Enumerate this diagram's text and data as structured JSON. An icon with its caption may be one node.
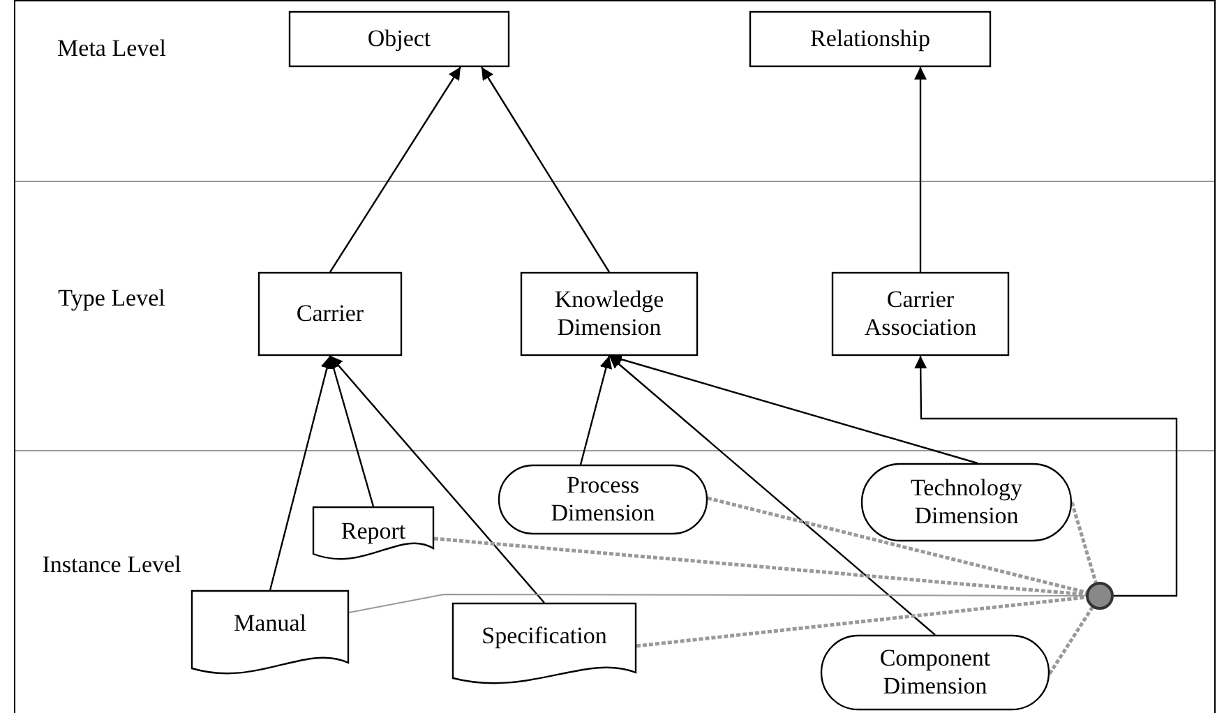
{
  "diagram": {
    "nodes": [
      {
        "text": [
          "Object"
        ]
      },
      {
        "text": [
          "Relationship"
        ]
      },
      {
        "text": [
          "Carrier"
        ]
      },
      {
        "text": [
          "Knowledge Dimension"
        ]
      },
      {
        "text": [
          "Carrier Association"
        ]
      },
      {
        "text": [
          "Process Dimension"
        ]
      },
      {
        "text": [
          "Technology Dimension"
        ]
      },
      {
        "text": [
          "Report"
        ]
      },
      {
        "text": [
          "Manual"
        ]
      },
      {
        "text": [
          "Specification"
        ]
      },
      {
        "text": [
          "Component Dimension"
        ]
      },
      {
        "text": [],
        "shape": "circle"
      }
    ],
    "edges": [
      {
        "from": 2,
        "to": 0,
        "arrow": "to"
      },
      {
        "from": 3,
        "to": 0,
        "arrow": "to"
      },
      {
        "from": 4,
        "to": 1,
        "arrow": "to"
      },
      {
        "from": 11,
        "to": 4,
        "arrow": "to"
      },
      {
        "from": 7,
        "to": 2,
        "arrow": "to"
      },
      {
        "from": 8,
        "to": 2,
        "arrow": "to"
      },
      {
        "from": 9,
        "to": 2,
        "arrow": "to"
      },
      {
        "from": 5,
        "to": 3,
        "arrow": "to"
      },
      {
        "from": 6,
        "to": 3,
        "arrow": "to"
      },
      {
        "from": 10,
        "to": 3,
        "arrow": "to"
      },
      {
        "from": 5,
        "to": 11,
        "arrow": "none",
        "style": "dashed",
        "color": "#999999"
      },
      {
        "from": 6,
        "to": 11,
        "arrow": "none",
        "style": "dashed",
        "color": "#999999"
      },
      {
        "from": 7,
        "to": 11,
        "arrow": "none",
        "style": "dashed",
        "color": "#999999"
      },
      {
        "from": 9,
        "to": 11,
        "arrow": "none",
        "style": "dashed",
        "color": "#999999"
      },
      {
        "from": 10,
        "to": 11,
        "arrow": "none",
        "style": "dashed",
        "color": "#999999"
      },
      {
        "from": 8,
        "to": 11,
        "arrow": "none",
        "color": "#999999"
      }
    ],
    "labels": [
      "Meta Level",
      "Type Level",
      "Instance Level"
    ]
  }
}
